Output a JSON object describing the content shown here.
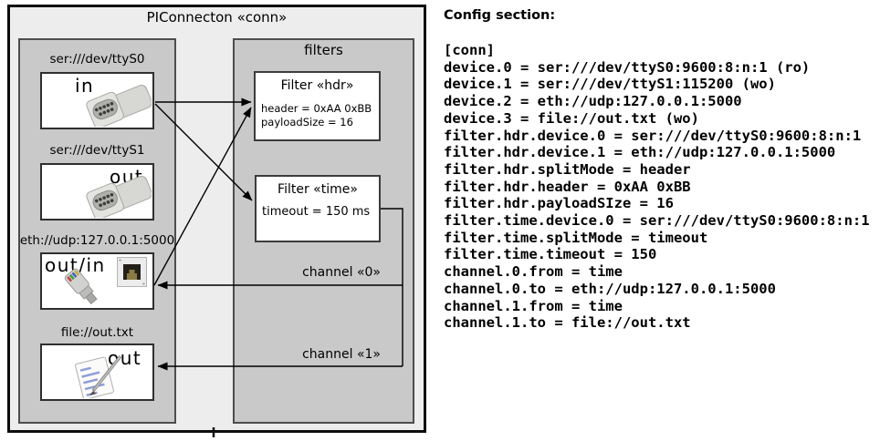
{
  "diagram": {
    "title": "PIConnecton «conn»",
    "filters_label": "filters",
    "devices": [
      {
        "label": "ser:///dev/ttyS0",
        "io": "in",
        "icon": "serial-connector"
      },
      {
        "label": "ser:///dev/ttyS1",
        "io": "out",
        "icon": "serial-connector"
      },
      {
        "label": "eth://udp:127.0.0.1:5000",
        "io": "out/in",
        "icon": "ethernet-connector"
      },
      {
        "label": "file://out.txt",
        "io": "out",
        "icon": "notepad"
      }
    ],
    "filters": [
      {
        "title": "Filter «hdr»",
        "props": [
          "header = 0xAA 0xBB",
          "payloadSize = 16"
        ]
      },
      {
        "title": "Filter «time»",
        "props": [
          "timeout = 150 ms"
        ]
      }
    ],
    "channels": [
      {
        "label": "channel «0»"
      },
      {
        "label": "channel «1»"
      }
    ]
  },
  "config": {
    "heading": "Config section:",
    "lines": [
      "[conn]",
      "device.0 = ser:///dev/ttyS0:9600:8:n:1 (ro)",
      "device.1 = ser:///dev/ttyS1:115200 (wo)",
      "device.2 = eth://udp:127.0.0.1:5000",
      "device.3 = file://out.txt (wo)",
      "filter.hdr.device.0 = ser:///dev/ttyS0:9600:8:n:1",
      "filter.hdr.device.1 = eth://udp:127.0.0.1:5000",
      "filter.hdr.splitMode = header",
      "filter.hdr.header = 0xAA 0xBB",
      "filter.hdr.payloadSIze = 16",
      "filter.time.device.0 = ser:///dev/ttyS0:9600:8:n:1",
      "filter.time.splitMode = timeout",
      "filter.time.timeout = 150",
      "channel.0.from = time",
      "channel.0.to = eth://udp:127.0.0.1:5000",
      "channel.1.from = time",
      "channel.1.to = file://out.txt"
    ]
  },
  "colors": {
    "outer_fill": "#ededed",
    "panel_fill": "#c9c9c9",
    "box_fill": "#ffffff",
    "line_color": "#000000"
  }
}
